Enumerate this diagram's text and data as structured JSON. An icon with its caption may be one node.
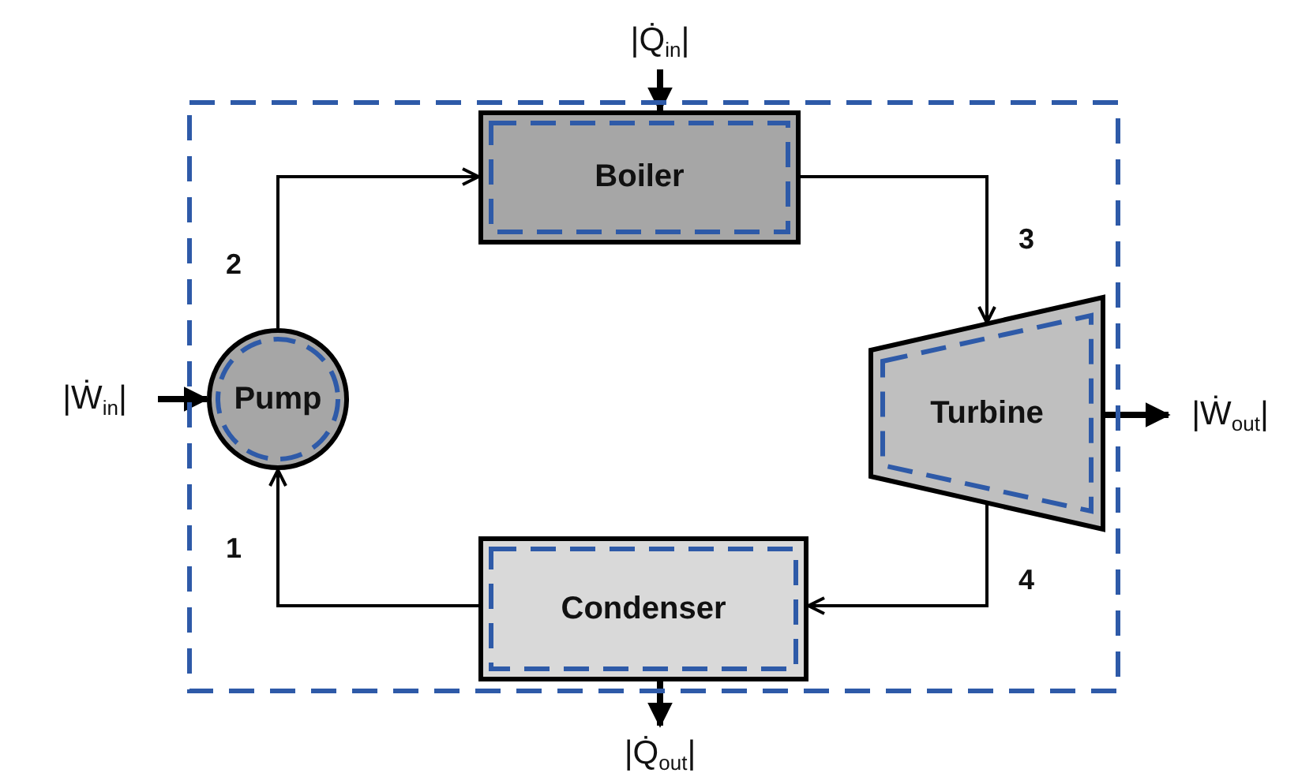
{
  "diagram": {
    "nodes": [
      {
        "text": [],
        "shape": "box"
      },
      {
        "text": [
          "Pump"
        ],
        "in": 0
      },
      {
        "text": [
          "Boiler"
        ],
        "in": 0
      },
      {
        "text": [
          "Turbine"
        ],
        "in": 0
      },
      {
        "text": [
          "Condenser"
        ],
        "in": 0
      },
      {
        "text": [
          "|Q̇$_{in}$|"
        ]
      },
      {
        "text": [
          "|Ẇ$_{in}$|"
        ]
      },
      {
        "text": [
          "|Ẇ$_{out}$|"
        ]
      },
      {
        "text": [
          "|Q̇$_{out}$|"
        ]
      }
    ],
    "edges": [
      {
        "from": 1,
        "to": 2,
        "arrow": "to",
        "label": "2"
      },
      {
        "from": 2,
        "to": 3,
        "arrow": "to",
        "label": "3"
      },
      {
        "from": 3,
        "to": 4,
        "arrow": "to",
        "label": "4"
      },
      {
        "from": 4,
        "to": 1,
        "arrow": "to",
        "label": "1"
      },
      {
        "from": 5,
        "to": 2,
        "arrow": "to",
        "style": "thick"
      },
      {
        "from": 6,
        "to": 1,
        "arrow": "to",
        "style": "thick"
      },
      {
        "from": 3,
        "to": 7,
        "arrow": "to",
        "style": "thick"
      },
      {
        "from": 4,
        "to": 8,
        "arrow": "to",
        "style": "thick"
      }
    ]
  }
}
